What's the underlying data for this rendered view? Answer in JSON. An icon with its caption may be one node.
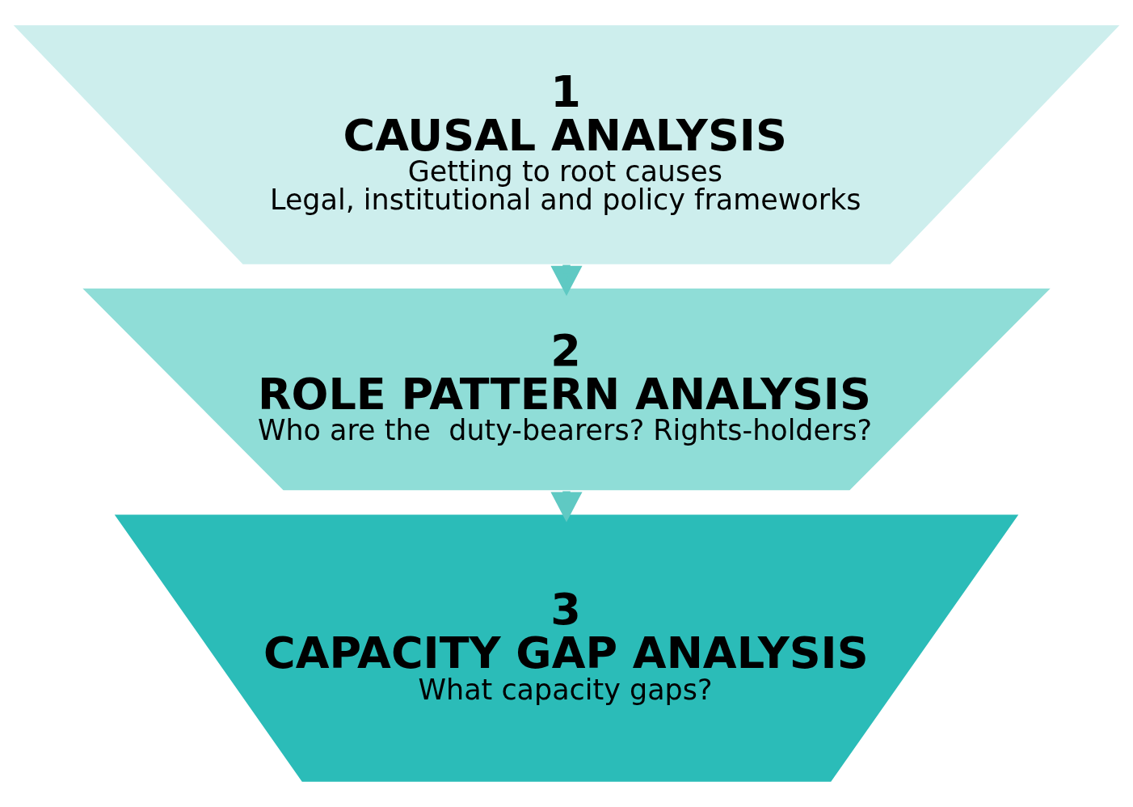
{
  "diagram": {
    "nodes": [
      {
        "text": [
          "1",
          "CAUSAL ANALYSIS",
          "Getting to root causes",
          "Legal, institutional and policy frameworks"
        ]
      },
      {
        "text": [
          "2",
          "ROLE PATTERN ANALYSIS",
          "Who are the  duty-bearers? Rights-holders?"
        ]
      },
      {
        "text": [
          "3",
          "CAPACITY GAP ANALYSIS",
          "What capacity gaps?"
        ]
      }
    ],
    "edges": [
      {
        "from": 0,
        "to": 1,
        "arrow": "to"
      },
      {
        "from": 1,
        "to": 2,
        "arrow": "to"
      }
    ]
  }
}
